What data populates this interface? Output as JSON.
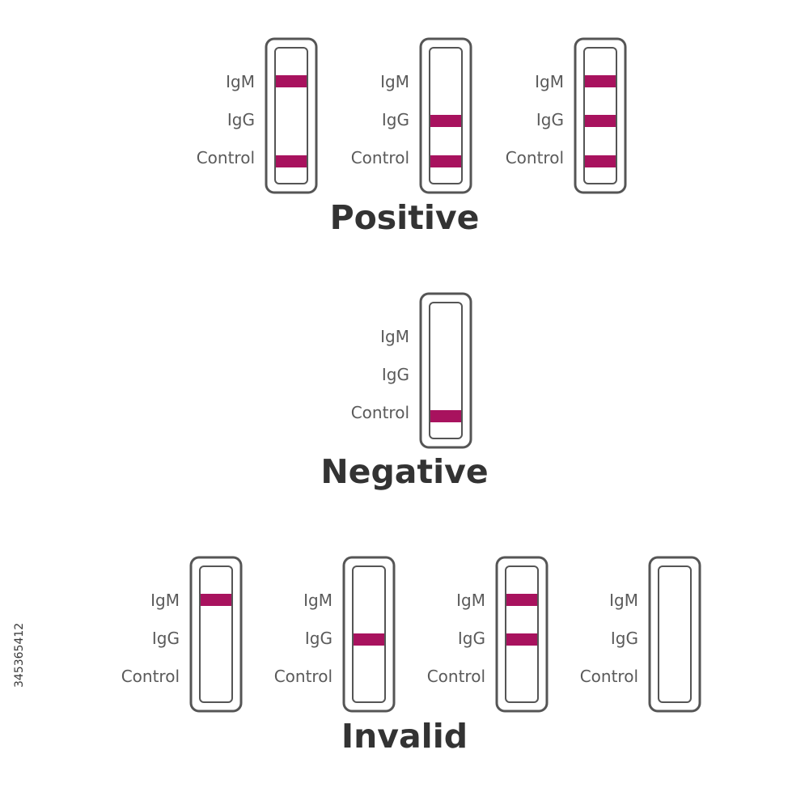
{
  "line_color": "#A8125E",
  "stroke_color": "#555555",
  "label_color": "#5a5a5a",
  "title_color": "#333333",
  "groups": [
    {
      "title": "Positive",
      "strips": [
        {
          "labels": [
            "IgM",
            "IgG",
            "Control"
          ],
          "bands": [
            true,
            false,
            true
          ]
        },
        {
          "labels": [
            "IgM",
            "IgG",
            "Control"
          ],
          "bands": [
            false,
            true,
            true
          ]
        },
        {
          "labels": [
            "IgM",
            "IgG",
            "Control"
          ],
          "bands": [
            true,
            true,
            true
          ]
        }
      ]
    },
    {
      "title": "Negative",
      "strips": [
        {
          "labels": [
            "IgM",
            "IgG",
            "Control"
          ],
          "bands": [
            false,
            false,
            true
          ]
        }
      ]
    },
    {
      "title": "Invalid",
      "strips": [
        {
          "labels": [
            "IgM",
            "IgG",
            "Control"
          ],
          "bands": [
            true,
            false,
            false
          ]
        },
        {
          "labels": [
            "IgM",
            "IgG",
            "Control"
          ],
          "bands": [
            false,
            true,
            false
          ]
        },
        {
          "labels": [
            "IgM",
            "IgG",
            "Control"
          ],
          "bands": [
            true,
            true,
            false
          ]
        },
        {
          "labels": [
            "IgM",
            "IgG",
            "Control"
          ],
          "bands": [
            false,
            false,
            false
          ]
        }
      ]
    }
  ],
  "watermark": "345365412"
}
